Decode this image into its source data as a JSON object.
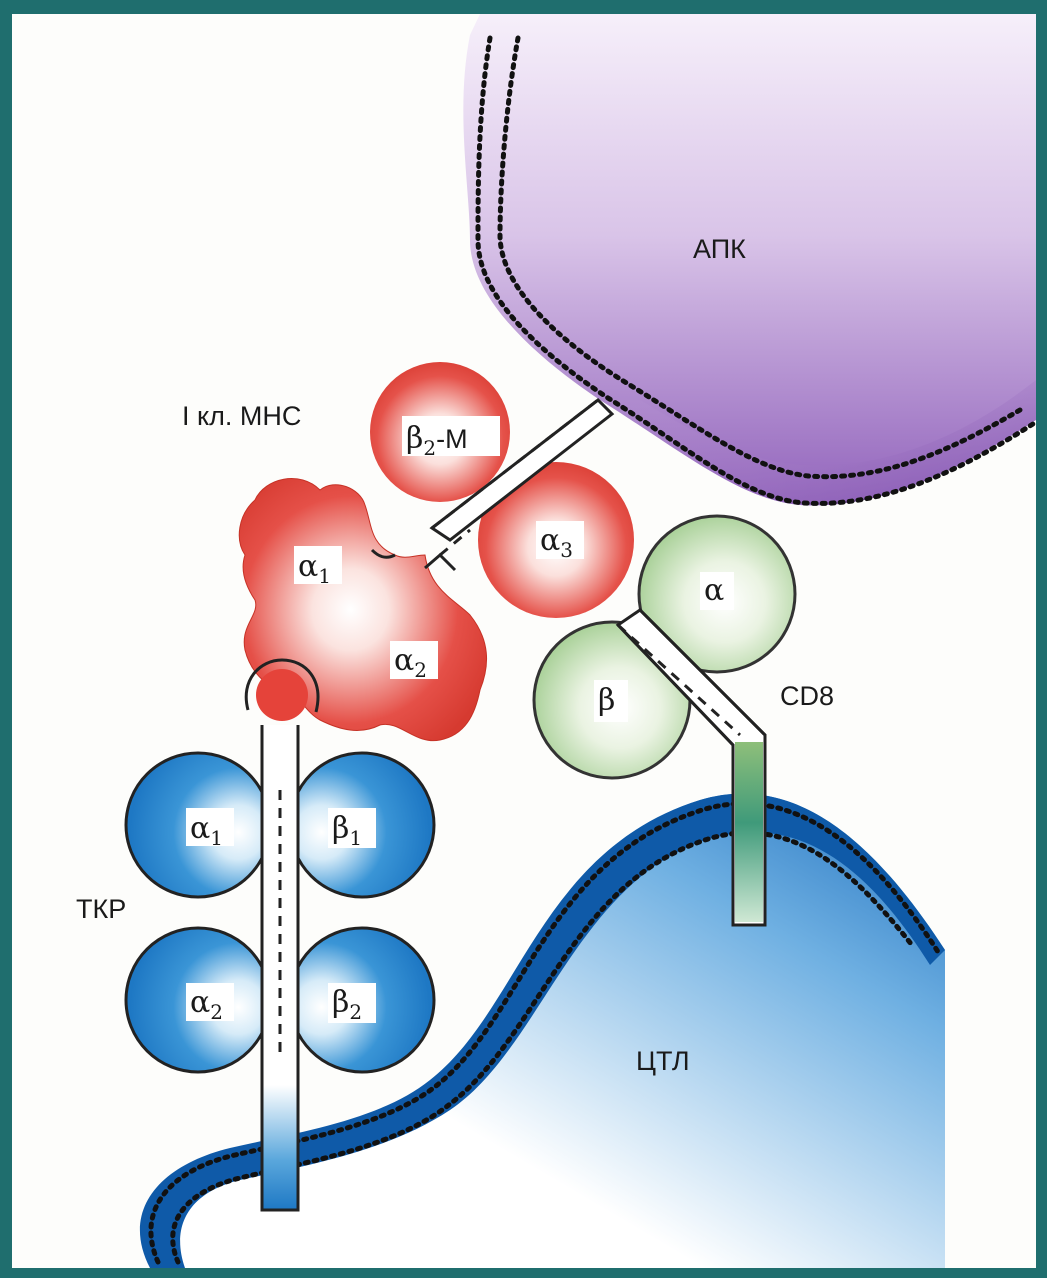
{
  "labels": {
    "apc": "АПК",
    "mhc": "I кл. МНС",
    "beta2m_base": "β",
    "beta2m_sub": "2",
    "beta2m_suffix": "-M",
    "mhc_a1_base": "α",
    "mhc_a1_sub": "1",
    "mhc_a2_base": "α",
    "mhc_a2_sub": "2",
    "mhc_a3_base": "α",
    "mhc_a3_sub": "3",
    "cd8": "CD8",
    "cd8_alpha": "α",
    "cd8_beta": "β",
    "tcr": "ТКР",
    "tcr_a1_base": "α",
    "tcr_a1_sub": "1",
    "tcr_b1_base": "β",
    "tcr_b1_sub": "1",
    "tcr_a2_base": "α",
    "tcr_a2_sub": "2",
    "tcr_b2_base": "β",
    "tcr_b2_sub": "2",
    "ctl": "ЦТЛ"
  },
  "colors": {
    "frame": "#1f6e6e",
    "paper": "#fdfdfb",
    "apc": "#8c5ab4",
    "mhc": "#e0483c",
    "cd8": "#8ebf7a",
    "tcr": "#1e7ac8",
    "ctl": "#0f5aa8"
  }
}
